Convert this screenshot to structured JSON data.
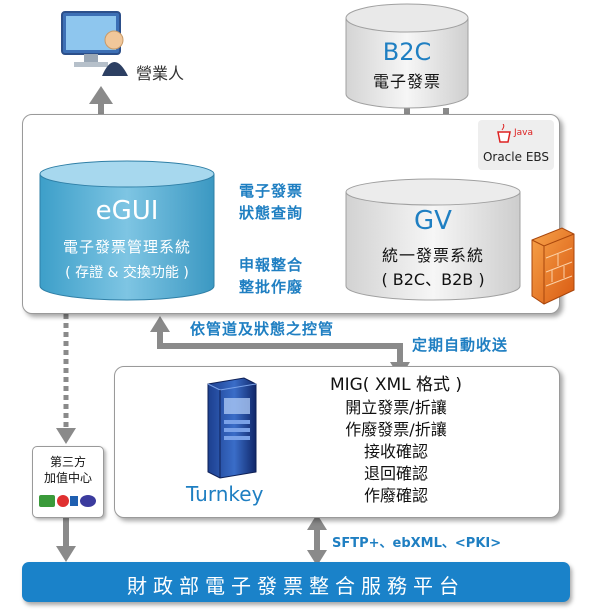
{
  "user": {
    "label": "營業人",
    "icon": "person-at-computer-icon"
  },
  "b2c": {
    "title": "B2C",
    "subtitle": "電子發票"
  },
  "oracle": {
    "java": "Java",
    "label": "Oracle EBS"
  },
  "egui": {
    "title": "eGUI",
    "line1": "電子發票管理系統",
    "line2": "( 存證 & 交換功能 )"
  },
  "link": {
    "top1": "電子發票",
    "top2": "狀態查詢",
    "bottom1": "申報整合",
    "bottom2": "整批作廢"
  },
  "gv": {
    "title": "GV",
    "line1": "統一發票系統",
    "line2": "( B2C、B2B )"
  },
  "firewall": {
    "icon": "firewall-icon"
  },
  "flow": {
    "pipeline": "依管道及狀態之控管",
    "scheduled": "定期自動收送"
  },
  "turnkey": {
    "label": "Turnkey",
    "items": [
      "MIG( XML 格式 )",
      "開立發票/折讓",
      "作廢發票/折讓",
      "接收確認",
      "退回確認",
      "作廢確認"
    ]
  },
  "third_party": {
    "line1": "第三方",
    "line2": "加值中心"
  },
  "protocols": "SFTP+、ebXML、<PKI>",
  "platform": {
    "label": "財政部電子發票整合服務平台"
  },
  "colors": {
    "blue_text": "#1f7fc2",
    "egui_teal": "#5aaed2",
    "platform_blue": "#1a82c9",
    "arrow_gray": "#8a8a8a"
  }
}
